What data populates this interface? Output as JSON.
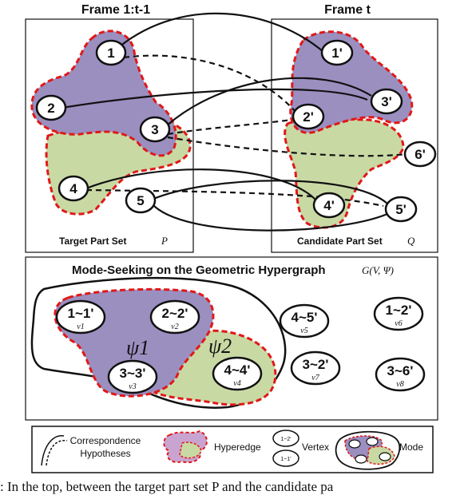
{
  "colors": {
    "purple": "#9b8fc0",
    "green": "#c9d9a4",
    "red_dash": "#e01818",
    "stroke": "#111111"
  },
  "top_panel": {
    "frame_left_title": "Frame 1:t-1",
    "frame_right_title": "Frame t",
    "target_label": "Target Part Set",
    "target_symbol": "P",
    "candidate_label": "Candidate Part Set",
    "candidate_symbol": "Q",
    "target_nodes": [
      "1",
      "2",
      "3",
      "4",
      "5"
    ],
    "candidate_nodes": [
      "1'",
      "2'",
      "3'",
      "4'",
      "5'",
      "6'"
    ]
  },
  "bottom_panel": {
    "title": "Mode-Seeking on the Geometric Hypergraph",
    "title_math": "G(V, Ψ)",
    "psi1": "ψ1",
    "psi2": "ψ2",
    "vertices": [
      {
        "label": "1~1'",
        "sub": "ν1"
      },
      {
        "label": "2~2'",
        "sub": "ν2"
      },
      {
        "label": "3~3'",
        "sub": "ν3"
      },
      {
        "label": "4~4'",
        "sub": "ν4"
      },
      {
        "label": "4~5'",
        "sub": "ν5"
      },
      {
        "label": "1~2'",
        "sub": "ν6"
      },
      {
        "label": "3~2'",
        "sub": "ν7"
      },
      {
        "label": "3~6'",
        "sub": "ν8"
      }
    ]
  },
  "legend": {
    "correspondence_line1": "Correspondence",
    "correspondence_line2": "Hypotheses",
    "hyperedge": "Hyperedge",
    "vertex": "Vertex",
    "vertex_sample_top": "1~2'",
    "vertex_sample_bottom": "1~1'",
    "mode": "Mode"
  },
  "caption": ": In the top, between the target part set P and the candidate pa"
}
